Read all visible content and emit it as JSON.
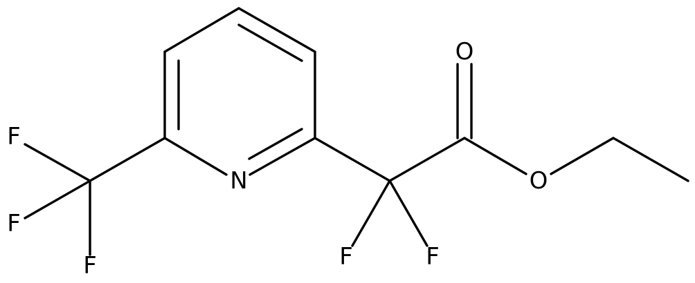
{
  "molecule": {
    "atoms": {
      "nitrogen": "N",
      "oxygen_carbonyl": "O",
      "oxygen_ester": "O",
      "fluorine_cf3_upper": "F",
      "fluorine_cf3_middle": "F",
      "fluorine_cf3_lower": "F",
      "fluorine_alpha_left": "F",
      "fluorine_alpha_right": "F"
    }
  },
  "colors": {
    "bond": "#000000",
    "label": "#000000",
    "background": "#ffffff"
  }
}
